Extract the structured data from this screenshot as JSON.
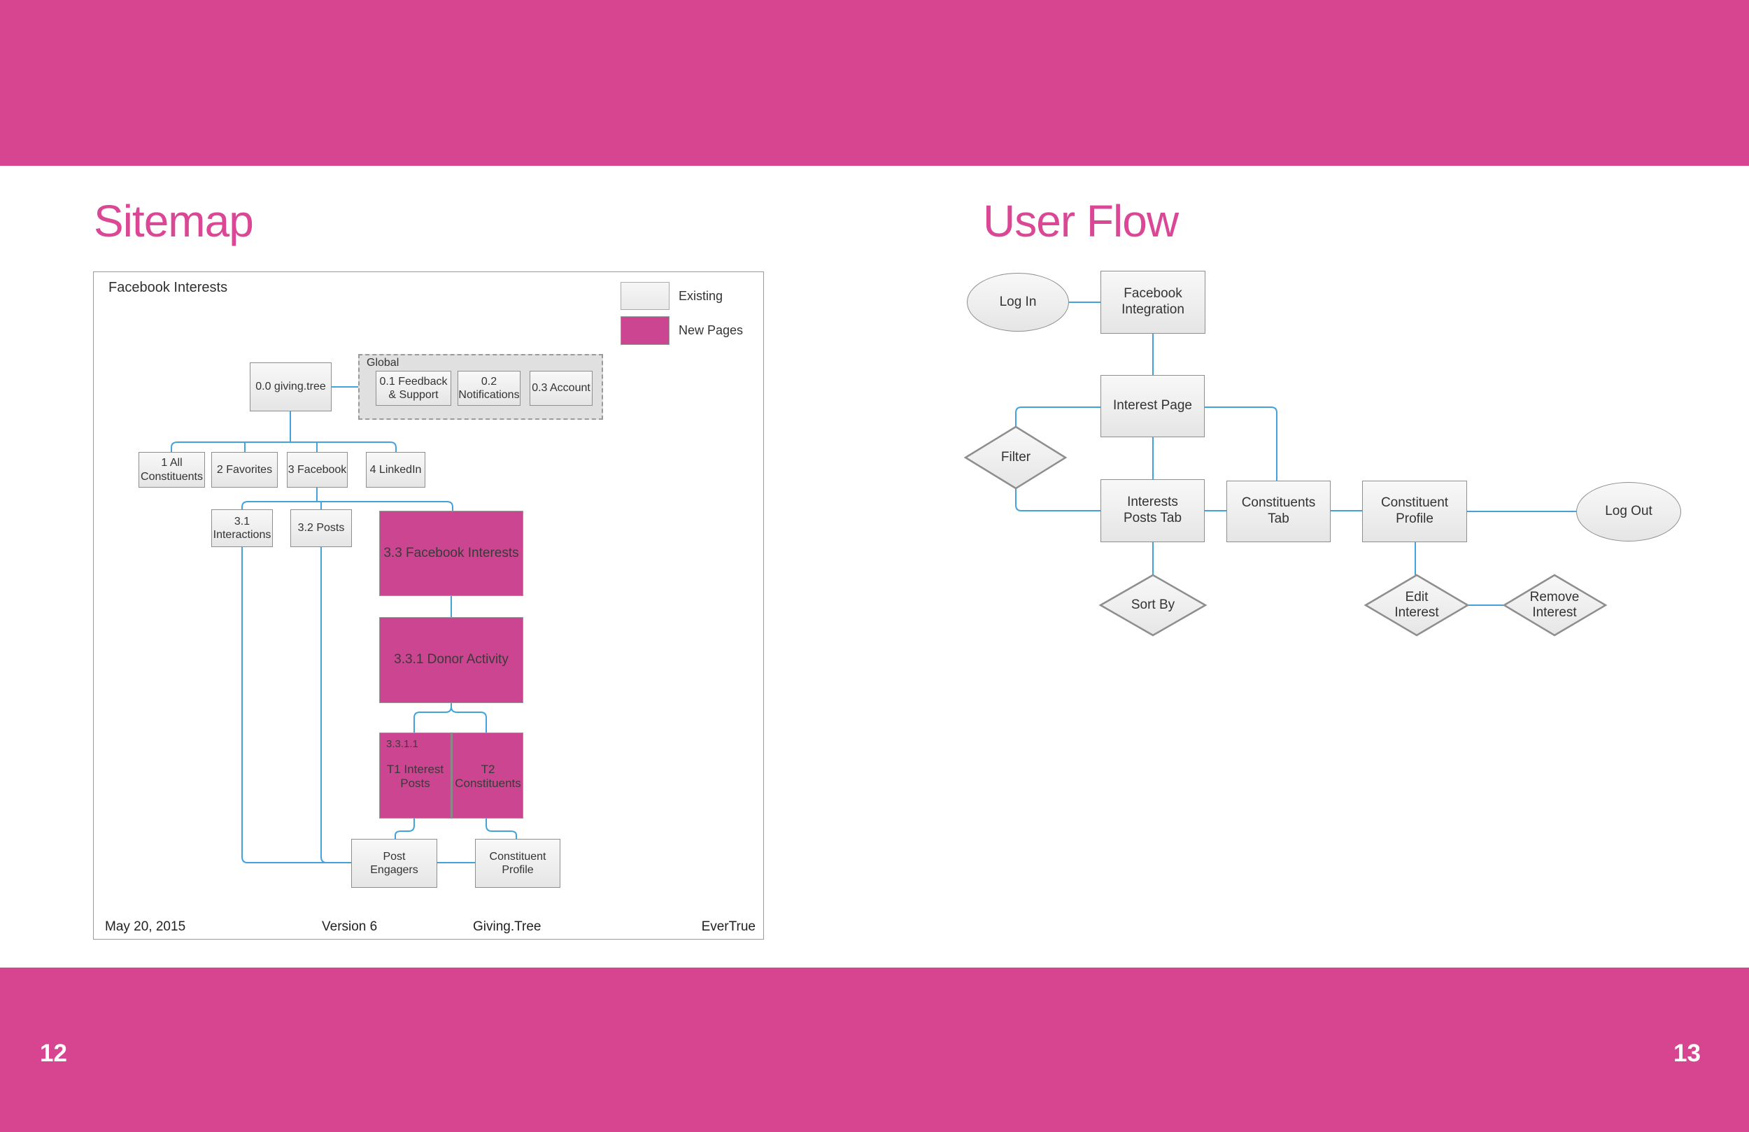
{
  "page": {
    "left_page_number": "12",
    "right_page_number": "13"
  },
  "colors": {
    "band_pink": "#d74590",
    "title_pink": "#da4795",
    "node_pink": "#cb4590",
    "connector_blue": "#42a2d9"
  },
  "sitemap": {
    "title": "Sitemap",
    "diagram_title": "Facebook Interests",
    "legend": {
      "existing": "Existing",
      "new_pages": "New Pages"
    },
    "nodes": {
      "giving_tree": "0.0 giving.tree",
      "global_label": "Global",
      "feedback": "0.1 Feedback & Support",
      "notifications": "0.2 Notifications",
      "account": "0.3 Account",
      "all_constituents": "1 All Constituents",
      "favorites": "2 Favorites",
      "facebook": "3 Facebook",
      "linkedin": "4 LinkedIn",
      "interactions": "3.1 Interactions",
      "posts": "3.2 Posts",
      "facebook_interests": "3.3 Facebook Interests",
      "donor_activity": "3.3.1 Donor Activity",
      "t_group_label": "3.3.1.1",
      "t1": "T1 Interest Posts",
      "t2": "T2 Constituents",
      "post_engagers": "Post Engagers",
      "constituent_profile": "Constituent Profile"
    },
    "footer": {
      "date": "May 20, 2015",
      "version": "Version 6",
      "product": "Giving.Tree",
      "company": "EverTrue"
    }
  },
  "userflow": {
    "title": "User Flow",
    "nodes": {
      "log_in": "Log In",
      "facebook_integration": "Facebook Integration",
      "interest_page": "Interest Page",
      "filter": "Filter",
      "interests_posts_tab": "Interests Posts Tab",
      "constituents_tab": "Constituents Tab",
      "constituent_profile": "Constituent Profile",
      "log_out": "Log Out",
      "sort_by": "Sort By",
      "edit_interest": "Edit Interest",
      "remove_interest": "Remove Interest"
    }
  }
}
